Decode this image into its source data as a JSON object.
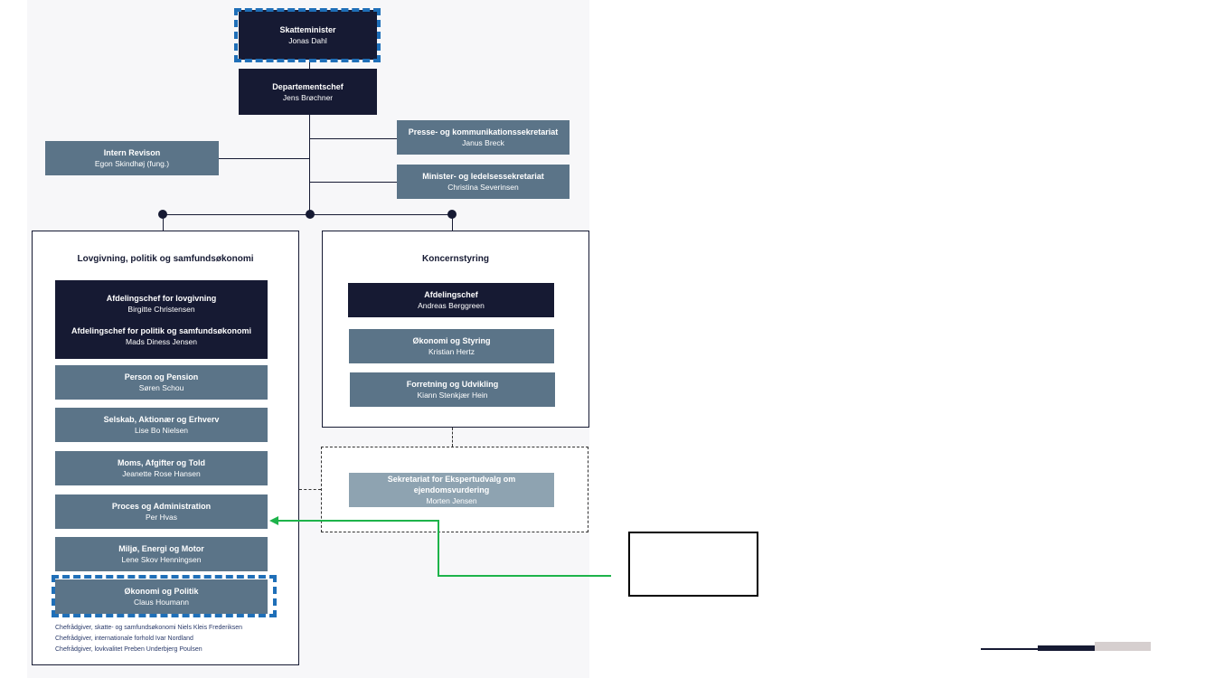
{
  "top": {
    "minister": {
      "title": "Skatteminister",
      "name": "Jonas Dahl"
    },
    "department_head": {
      "title": "Departementschef",
      "name": "Jens Brøchner"
    },
    "internal_audit": {
      "title": "Intern Revison",
      "name": "Egon Skindhøj (fung.)"
    },
    "press": {
      "title": "Presse- og kommunikationssekretariat",
      "name": "Janus Breck"
    },
    "minister_secretariat": {
      "title": "Minister- og ledelsessekretariat",
      "name": "Christina Severinsen"
    }
  },
  "left_panel": {
    "title": "Lovgivning, politik og samfundsøkonomi",
    "heads": [
      {
        "title": "Afdelingschef for lovgivning",
        "name": "Birgitte Christensen"
      },
      {
        "title": "Afdelingschef for politik og samfundsøkonomi",
        "name": "Mads Diness Jensen"
      }
    ],
    "units": [
      {
        "title": "Person og Pension",
        "name": "Søren Schou"
      },
      {
        "title": "Selskab, Aktionær og Erhverv",
        "name": "Lise Bo Nielsen"
      },
      {
        "title": "Moms, Afgifter og Told",
        "name": "Jeanette Rose Hansen"
      },
      {
        "title": "Proces og Administration",
        "name": "Per Hvas"
      },
      {
        "title": "Miljø, Energi og Motor",
        "name": "Lene Skov Henningsen"
      },
      {
        "title": "Økonomi og Politik",
        "name": "Claus Houmann"
      }
    ],
    "footnotes": [
      "Chefrådgiver, skatte- og samfundsøkonomi Niels Kleis Frederiksen",
      "Chefrådgiver, internationale forhold Ivar Nordland",
      "Chefrådgiver, lovkvalitet Preben Underbjerg Poulsen"
    ]
  },
  "right_panel": {
    "title": "Koncernstyring",
    "head": {
      "title": "Afdelingschef",
      "name": "Andreas Berggreen"
    },
    "units": [
      {
        "title": "Økonomi og Styring",
        "name": "Kristian Hertz"
      },
      {
        "title": "Forretning og Udvikling",
        "name": "Kiann Stenkjær Hein"
      }
    ]
  },
  "secretariat": {
    "title": "Sekretariat for Ekspertudvalg om ejendomsvurdering",
    "name": "Morten Jensen"
  },
  "colors": {
    "dark_navy": "#161a33",
    "slate": "#5b7488",
    "light_slate": "#8ea3b1",
    "highlight_blue": "#1f6fb8",
    "arrow_green": "#1db34a",
    "bar_beige": "#d6cfcf"
  }
}
